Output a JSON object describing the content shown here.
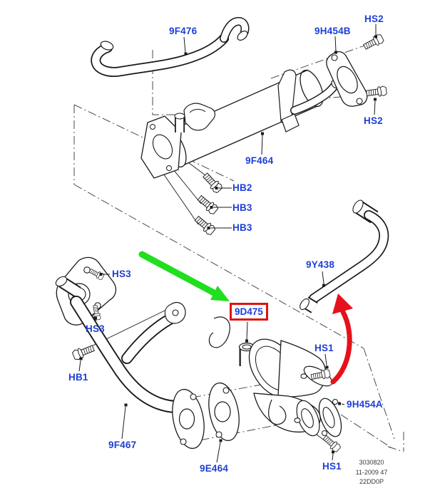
{
  "diagram": {
    "description": "Ford EGR system exploded parts diagram",
    "labels": {
      "p9f476": "9F476",
      "hs2": "HS2",
      "p9h454b": "9H454B",
      "p9f464": "9F464",
      "hb2": "HB2",
      "hb3": "HB3",
      "hs3": "HS3",
      "hb1": "HB1",
      "p9f467": "9F467",
      "p9d475": "9D475",
      "hs1": "HS1",
      "p9y438": "9Y438",
      "p9h454a": "9H454A",
      "p9e464": "9E464"
    },
    "highlighted_part": "9D475",
    "footer": {
      "build_number": "3030820",
      "date_code": "11-2009 47",
      "sheet_code": "22DD0P"
    },
    "colors": {
      "callout_blue": "#1d3fd6",
      "highlight_box_red": "#e01212",
      "arrow_green": "#1fdf1f",
      "arrow_red": "#e5121b",
      "line_black": "#1a1a1a",
      "construction_gray": "#4a4a4a",
      "footer_gray": "#3a3a3a"
    },
    "parts": [
      {
        "callout": "9F476",
        "part": "egr-hose-upper"
      },
      {
        "callout": "9F464",
        "part": "egr-cooler"
      },
      {
        "callout": "9H454B",
        "part": "cooler-gasket"
      },
      {
        "callout": "HS2",
        "part": "cooler-gasket-bolts"
      },
      {
        "callout": "HB2",
        "part": "cooler-bolt"
      },
      {
        "callout": "HB3",
        "part": "cooler-bolts"
      },
      {
        "callout": "9F467",
        "part": "egr-tube"
      },
      {
        "callout": "HS3",
        "part": "tube-flange-screws"
      },
      {
        "callout": "HB1",
        "part": "tube-bolt"
      },
      {
        "callout": "9D475",
        "part": "egr-valve"
      },
      {
        "callout": "HS1",
        "part": "valve-bolts"
      },
      {
        "callout": "9Y438",
        "part": "egr-hose-lower"
      },
      {
        "callout": "9E464",
        "part": "valve-gasket-left"
      },
      {
        "callout": "9H454A",
        "part": "valve-gasket-right"
      }
    ]
  }
}
